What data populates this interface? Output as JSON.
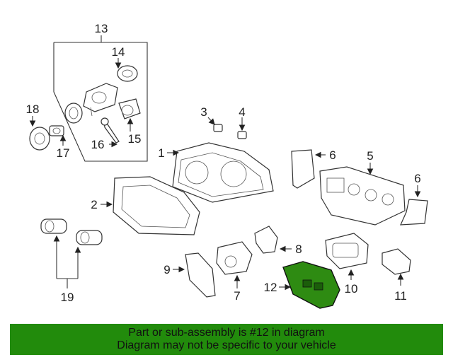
{
  "callouts": [
    "13",
    "14",
    "18",
    "15",
    "17",
    "16",
    "3",
    "4",
    "1",
    "6",
    "5",
    "6",
    "2",
    "8",
    "9",
    "7",
    "12",
    "10",
    "11",
    "19"
  ],
  "colors": {
    "highlight": "#2e8b12",
    "banner": "#228b0c"
  },
  "banner": {
    "line1": "Part or sub-assembly is #12 in diagram",
    "line2": "Diagram may not be specific to your vehicle"
  }
}
